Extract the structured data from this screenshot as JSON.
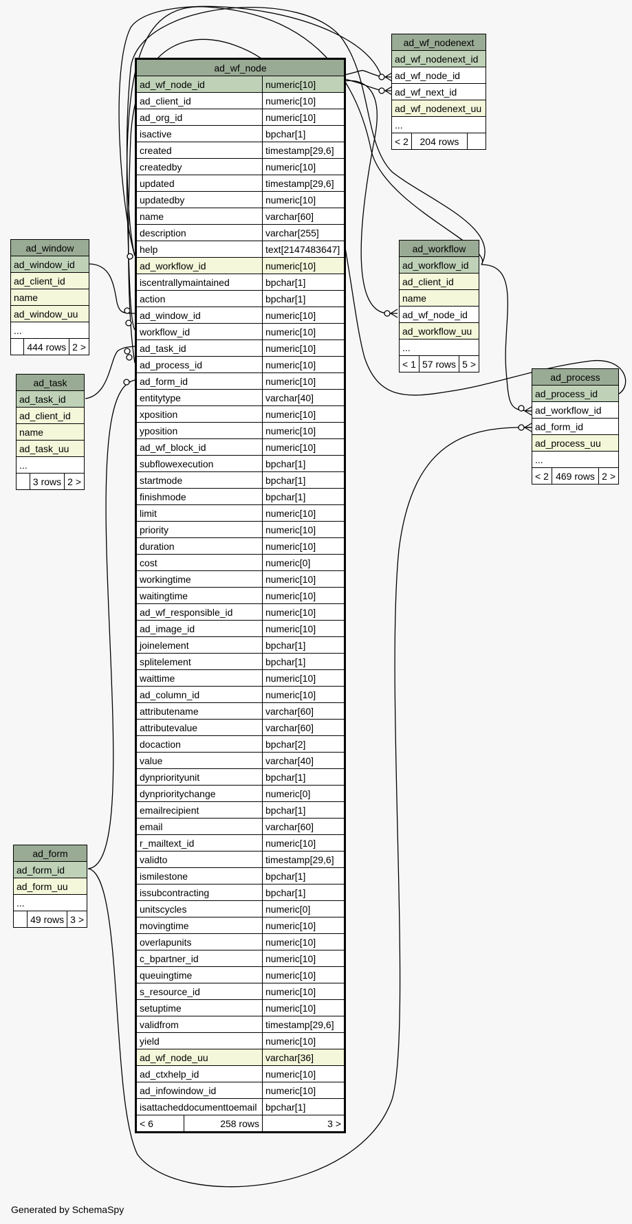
{
  "footer": "Generated by SchemaSpy",
  "main_table": {
    "name": "ad_wf_node",
    "columns": [
      {
        "name": "ad_wf_node_id",
        "type": "numeric[10]",
        "key": "pk"
      },
      {
        "name": "ad_client_id",
        "type": "numeric[10]",
        "key": ""
      },
      {
        "name": "ad_org_id",
        "type": "numeric[10]",
        "key": ""
      },
      {
        "name": "isactive",
        "type": "bpchar[1]",
        "key": ""
      },
      {
        "name": "created",
        "type": "timestamp[29,6]",
        "key": ""
      },
      {
        "name": "createdby",
        "type": "numeric[10]",
        "key": ""
      },
      {
        "name": "updated",
        "type": "timestamp[29,6]",
        "key": ""
      },
      {
        "name": "updatedby",
        "type": "numeric[10]",
        "key": ""
      },
      {
        "name": "name",
        "type": "varchar[60]",
        "key": ""
      },
      {
        "name": "description",
        "type": "varchar[255]",
        "key": ""
      },
      {
        "name": "help",
        "type": "text[2147483647]",
        "key": ""
      },
      {
        "name": "ad_workflow_id",
        "type": "numeric[10]",
        "key": "idx"
      },
      {
        "name": "iscentrallymaintained",
        "type": "bpchar[1]",
        "key": ""
      },
      {
        "name": "action",
        "type": "bpchar[1]",
        "key": ""
      },
      {
        "name": "ad_window_id",
        "type": "numeric[10]",
        "key": ""
      },
      {
        "name": "workflow_id",
        "type": "numeric[10]",
        "key": ""
      },
      {
        "name": "ad_task_id",
        "type": "numeric[10]",
        "key": ""
      },
      {
        "name": "ad_process_id",
        "type": "numeric[10]",
        "key": ""
      },
      {
        "name": "ad_form_id",
        "type": "numeric[10]",
        "key": ""
      },
      {
        "name": "entitytype",
        "type": "varchar[40]",
        "key": ""
      },
      {
        "name": "xposition",
        "type": "numeric[10]",
        "key": ""
      },
      {
        "name": "yposition",
        "type": "numeric[10]",
        "key": ""
      },
      {
        "name": "ad_wf_block_id",
        "type": "numeric[10]",
        "key": ""
      },
      {
        "name": "subflowexecution",
        "type": "bpchar[1]",
        "key": ""
      },
      {
        "name": "startmode",
        "type": "bpchar[1]",
        "key": ""
      },
      {
        "name": "finishmode",
        "type": "bpchar[1]",
        "key": ""
      },
      {
        "name": "limit",
        "type": "numeric[10]",
        "key": ""
      },
      {
        "name": "priority",
        "type": "numeric[10]",
        "key": ""
      },
      {
        "name": "duration",
        "type": "numeric[10]",
        "key": ""
      },
      {
        "name": "cost",
        "type": "numeric[0]",
        "key": ""
      },
      {
        "name": "workingtime",
        "type": "numeric[10]",
        "key": ""
      },
      {
        "name": "waitingtime",
        "type": "numeric[10]",
        "key": ""
      },
      {
        "name": "ad_wf_responsible_id",
        "type": "numeric[10]",
        "key": ""
      },
      {
        "name": "ad_image_id",
        "type": "numeric[10]",
        "key": ""
      },
      {
        "name": "joinelement",
        "type": "bpchar[1]",
        "key": ""
      },
      {
        "name": "splitelement",
        "type": "bpchar[1]",
        "key": ""
      },
      {
        "name": "waittime",
        "type": "numeric[10]",
        "key": ""
      },
      {
        "name": "ad_column_id",
        "type": "numeric[10]",
        "key": ""
      },
      {
        "name": "attributename",
        "type": "varchar[60]",
        "key": ""
      },
      {
        "name": "attributevalue",
        "type": "varchar[60]",
        "key": ""
      },
      {
        "name": "docaction",
        "type": "bpchar[2]",
        "key": ""
      },
      {
        "name": "value",
        "type": "varchar[40]",
        "key": ""
      },
      {
        "name": "dynpriorityunit",
        "type": "bpchar[1]",
        "key": ""
      },
      {
        "name": "dynprioritychange",
        "type": "numeric[0]",
        "key": ""
      },
      {
        "name": "emailrecipient",
        "type": "bpchar[1]",
        "key": ""
      },
      {
        "name": "email",
        "type": "varchar[60]",
        "key": ""
      },
      {
        "name": "r_mailtext_id",
        "type": "numeric[10]",
        "key": ""
      },
      {
        "name": "validto",
        "type": "timestamp[29,6]",
        "key": ""
      },
      {
        "name": "ismilestone",
        "type": "bpchar[1]",
        "key": ""
      },
      {
        "name": "issubcontracting",
        "type": "bpchar[1]",
        "key": ""
      },
      {
        "name": "unitscycles",
        "type": "numeric[0]",
        "key": ""
      },
      {
        "name": "movingtime",
        "type": "numeric[10]",
        "key": ""
      },
      {
        "name": "overlapunits",
        "type": "numeric[10]",
        "key": ""
      },
      {
        "name": "c_bpartner_id",
        "type": "numeric[10]",
        "key": ""
      },
      {
        "name": "queuingtime",
        "type": "numeric[10]",
        "key": ""
      },
      {
        "name": "s_resource_id",
        "type": "numeric[10]",
        "key": ""
      },
      {
        "name": "setuptime",
        "type": "numeric[10]",
        "key": ""
      },
      {
        "name": "validfrom",
        "type": "timestamp[29,6]",
        "key": ""
      },
      {
        "name": "yield",
        "type": "numeric[10]",
        "key": ""
      },
      {
        "name": "ad_wf_node_uu",
        "type": "varchar[36]",
        "key": "idx"
      },
      {
        "name": "ad_ctxhelp_id",
        "type": "numeric[10]",
        "key": ""
      },
      {
        "name": "ad_infowindow_id",
        "type": "numeric[10]",
        "key": ""
      },
      {
        "name": "isattacheddocumenttoemail",
        "type": "bpchar[1]",
        "key": ""
      }
    ],
    "footer": {
      "parents": "< 6",
      "rows": "258 rows",
      "children": "3 >"
    }
  },
  "side_tables": [
    {
      "id": "ad_wf_nodenext",
      "name": "ad_wf_nodenext",
      "columns": [
        {
          "name": "ad_wf_nodenext_id",
          "key": "pk"
        },
        {
          "name": "ad_wf_node_id",
          "key": ""
        },
        {
          "name": "ad_wf_next_id",
          "key": ""
        },
        {
          "name": "ad_wf_nodenext_uu",
          "key": "idx"
        },
        {
          "name": "...",
          "key": "more"
        }
      ],
      "footer": {
        "parents": "< 2",
        "rows": "204 rows",
        "children": ""
      }
    },
    {
      "id": "ad_window",
      "name": "ad_window",
      "columns": [
        {
          "name": "ad_window_id",
          "key": "pk"
        },
        {
          "name": "ad_client_id",
          "key": "idx"
        },
        {
          "name": "name",
          "key": "idx"
        },
        {
          "name": "ad_window_uu",
          "key": "idx"
        },
        {
          "name": "...",
          "key": "more"
        }
      ],
      "footer": {
        "parents": "",
        "rows": "444 rows",
        "children": "2 >"
      }
    },
    {
      "id": "ad_task",
      "name": "ad_task",
      "columns": [
        {
          "name": "ad_task_id",
          "key": "pk"
        },
        {
          "name": "ad_client_id",
          "key": "idx"
        },
        {
          "name": "name",
          "key": "idx"
        },
        {
          "name": "ad_task_uu",
          "key": "idx"
        },
        {
          "name": "...",
          "key": "more"
        }
      ],
      "footer": {
        "parents": "",
        "rows": "3 rows",
        "children": "2 >"
      }
    },
    {
      "id": "ad_workflow",
      "name": "ad_workflow",
      "columns": [
        {
          "name": "ad_workflow_id",
          "key": "pk"
        },
        {
          "name": "ad_client_id",
          "key": "idx"
        },
        {
          "name": "name",
          "key": "idx"
        },
        {
          "name": "ad_wf_node_id",
          "key": ""
        },
        {
          "name": "ad_workflow_uu",
          "key": "idx"
        },
        {
          "name": "...",
          "key": "more"
        }
      ],
      "footer": {
        "parents": "< 1",
        "rows": "57 rows",
        "children": "5 >"
      }
    },
    {
      "id": "ad_process",
      "name": "ad_process",
      "columns": [
        {
          "name": "ad_process_id",
          "key": "pk"
        },
        {
          "name": "ad_workflow_id",
          "key": ""
        },
        {
          "name": "ad_form_id",
          "key": ""
        },
        {
          "name": "ad_process_uu",
          "key": "idx"
        },
        {
          "name": "...",
          "key": "more"
        }
      ],
      "footer": {
        "parents": "< 2",
        "rows": "469 rows",
        "children": "2 >"
      }
    },
    {
      "id": "ad_form",
      "name": "ad_form",
      "columns": [
        {
          "name": "ad_form_id",
          "key": "pk"
        },
        {
          "name": "ad_form_uu",
          "key": "idx"
        },
        {
          "name": "...",
          "key": "more"
        }
      ],
      "footer": {
        "parents": "",
        "rows": "49 rows",
        "children": "3 >"
      }
    }
  ],
  "colors": {
    "header": "#9aab95",
    "primary_key": "#bfd2b8",
    "indexed": "#f4f7da",
    "background": "#f7f7f7"
  }
}
